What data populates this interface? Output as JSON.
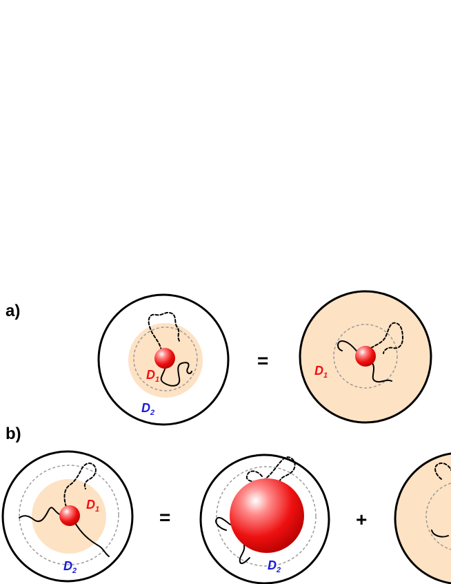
{
  "panels": {
    "a": {
      "label": "a)",
      "operator": "="
    },
    "b": {
      "label": "b)",
      "operator_eq": "=",
      "operator_plus": "+"
    }
  },
  "symbols": {
    "d1": {
      "base": "D",
      "sub": "1",
      "color": "#ee1111"
    },
    "d2": {
      "base": "D",
      "sub": "2",
      "color": "#1a1ad8"
    }
  },
  "colors": {
    "inner_region": "#fde2c4",
    "particle": "#ee1111",
    "outline": "#000000",
    "guide": "#9a9a9a"
  },
  "icons": [
    "outer-boundary-circle",
    "inner-region-disc",
    "particle-sphere",
    "polymer-chain",
    "dashed-guide-circle"
  ]
}
